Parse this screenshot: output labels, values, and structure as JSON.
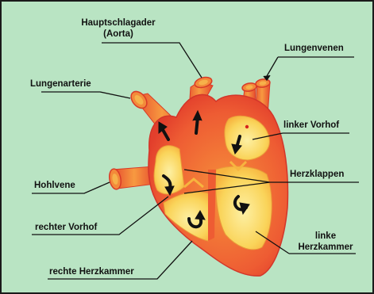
{
  "labels": {
    "aorta_line1": "Hauptschlagader",
    "aorta_line2": "(Aorta)",
    "lungenvenen": "Lungenvenen",
    "lungenarterie": "Lungenarterie",
    "linker_vorhof": "linker Vorhof",
    "herzklappen": "Herzklappen",
    "hohlvene": "Hohlvene",
    "rechter_vorhof": "rechter Vorhof",
    "linke_herzkammer_line1": "linke",
    "linke_herzkammer_line2": "Herzkammer",
    "rechte_herzkammer": "rechte Herzkammer"
  },
  "colors": {
    "background": "#b9e4c3",
    "border": "#1a1a1a",
    "heart_outer": "#e8452f",
    "heart_mid": "#f38a3a",
    "chamber": "#f9cf4d",
    "chamber_light": "#fce88a",
    "arrows": "#111111",
    "valve_mark": "#d6231c"
  }
}
